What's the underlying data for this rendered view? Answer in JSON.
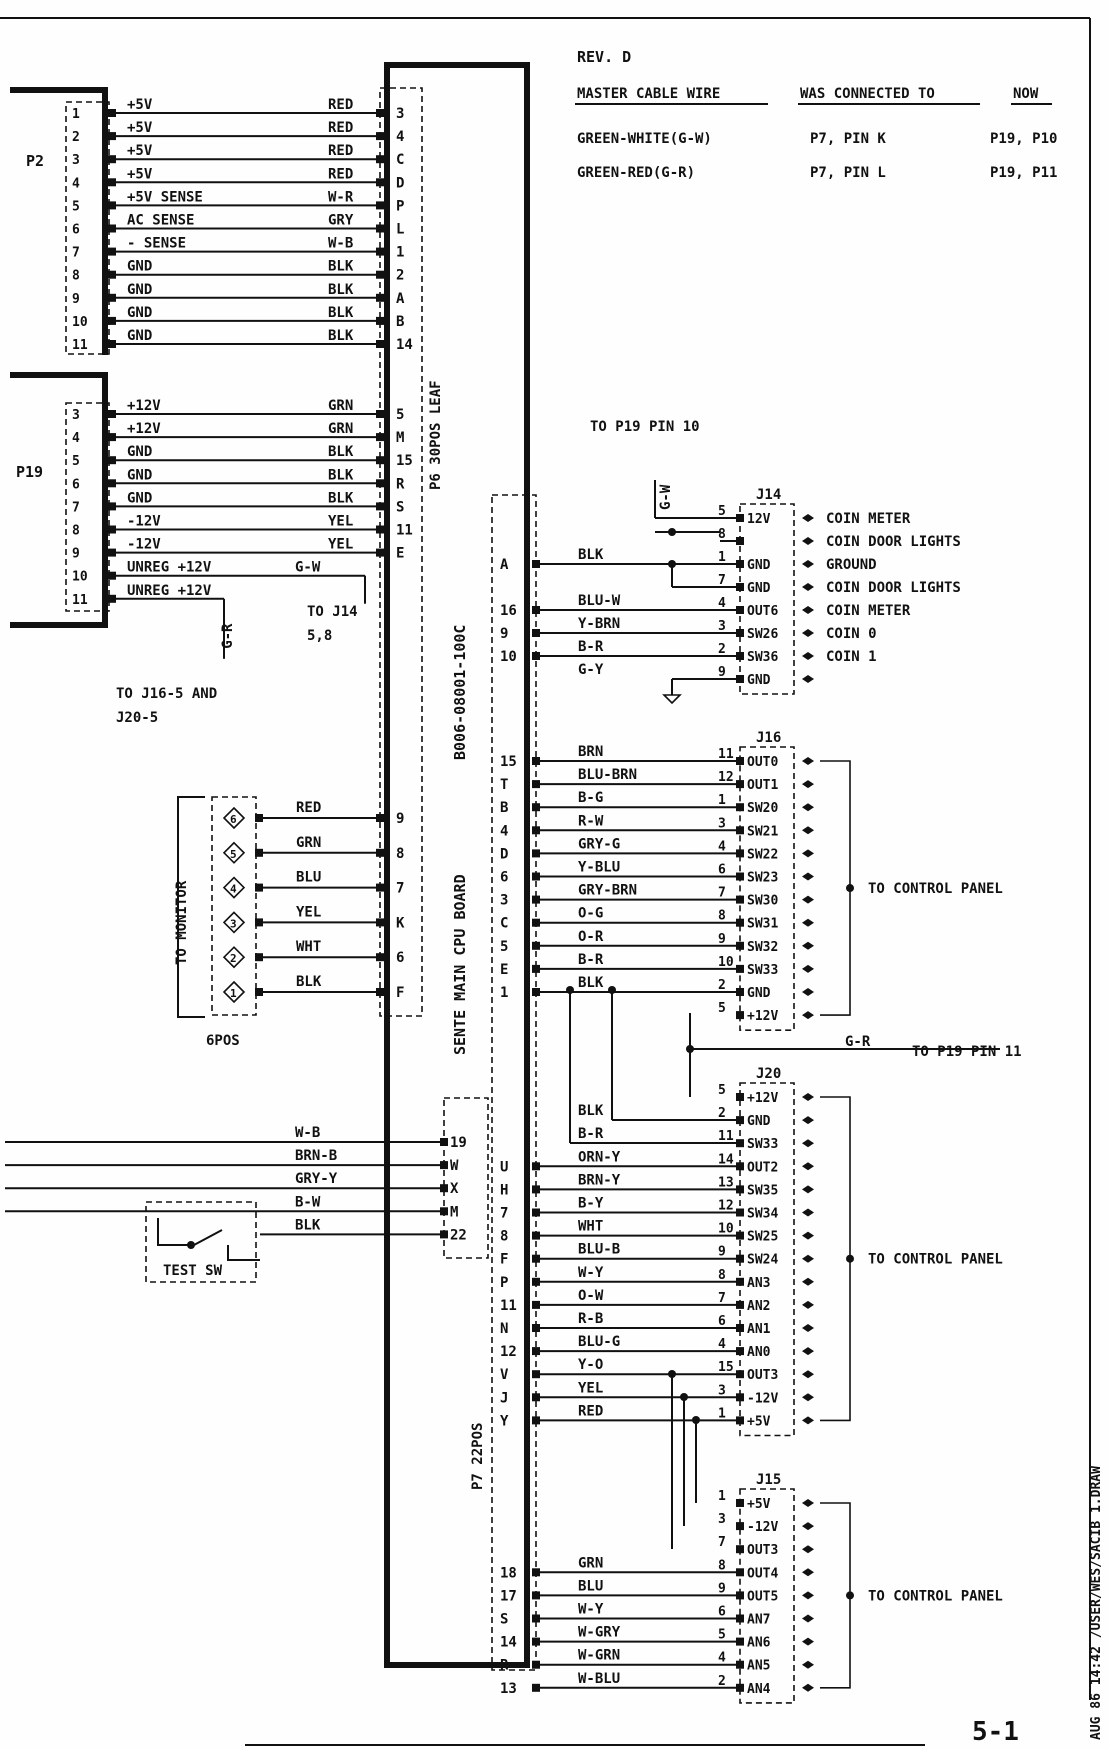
{
  "board": {
    "name": "SENTE MAIN CPU BOARD",
    "part": "B006-08001-100C"
  },
  "p6": {
    "label": "P6 30POS LEAF"
  },
  "p7": {
    "label": "P7 22POS"
  },
  "p2": {
    "label": "P2",
    "pins": [
      "1",
      "2",
      "3",
      "4",
      "5",
      "6",
      "7",
      "8",
      "9",
      "10",
      "11"
    ]
  },
  "p19": {
    "label": "P19",
    "pins": [
      "3",
      "4",
      "5",
      "6",
      "7",
      "8",
      "9",
      "10",
      "11"
    ]
  },
  "rev": {
    "title": "REV. D",
    "headers": [
      "MASTER CABLE WIRE",
      "WAS CONNECTED TO",
      "NOW"
    ],
    "rows": [
      {
        "cable": "GREEN-WHITE(G-W)",
        "was": "P7, PIN K",
        "now": "P19, P10"
      },
      {
        "cable": "GREEN-RED(G-R)",
        "was": "P7, PIN L",
        "now": "P19, P11"
      }
    ]
  },
  "p2_wires": [
    {
      "signal": "+5V",
      "color": "RED",
      "pin": "3"
    },
    {
      "signal": "+5V",
      "color": "RED",
      "pin": "4"
    },
    {
      "signal": "+5V",
      "color": "RED",
      "pin": "C"
    },
    {
      "signal": "+5V",
      "color": "RED",
      "pin": "D"
    },
    {
      "signal": "+5V SENSE",
      "color": "W-R",
      "pin": "P"
    },
    {
      "signal": "AC SENSE",
      "color": "GRY",
      "pin": "L"
    },
    {
      "signal": "- SENSE",
      "color": "W-B",
      "pin": "1"
    },
    {
      "signal": "GND",
      "color": "BLK",
      "pin": "2"
    },
    {
      "signal": "GND",
      "color": "BLK",
      "pin": "A"
    },
    {
      "signal": "GND",
      "color": "BLK",
      "pin": "B"
    },
    {
      "signal": "GND",
      "color": "BLK",
      "pin": "14"
    }
  ],
  "p19_wires": [
    {
      "signal": "+12V",
      "color": "GRN",
      "pin": "5"
    },
    {
      "signal": "+12V",
      "color": "GRN",
      "pin": "M"
    },
    {
      "signal": "GND",
      "color": "BLK",
      "pin": "15"
    },
    {
      "signal": "GND",
      "color": "BLK",
      "pin": "R"
    },
    {
      "signal": "GND",
      "color": "BLK",
      "pin": "S"
    },
    {
      "signal": "-12V",
      "color": "YEL",
      "pin": "11"
    },
    {
      "signal": "-12V",
      "color": "YEL",
      "pin": "E"
    },
    {
      "signal": "UNREG +12V",
      "color": "G-W",
      "pin": ""
    },
    {
      "signal": "UNREG +12V",
      "color": "G-R",
      "pin": ""
    }
  ],
  "monitor": {
    "pins": [
      "6",
      "5",
      "4",
      "3",
      "2",
      "1"
    ],
    "colors": [
      "RED",
      "GRN",
      "BLU",
      "YEL",
      "WHT",
      "BLK"
    ],
    "p6_pins": [
      "9",
      "8",
      "7",
      "K",
      "6",
      "F"
    ]
  },
  "p7_aux": [
    {
      "color": "W-B",
      "pin": "19"
    },
    {
      "color": "BRN-B",
      "pin": "W"
    },
    {
      "color": "GRY-Y",
      "pin": "X"
    },
    {
      "color": "B-W",
      "pin": "M"
    },
    {
      "color": "BLK",
      "pin": "22"
    }
  ],
  "j14": {
    "label": "J14",
    "rows": [
      {
        "p7": "",
        "color": "",
        "jpin": "5",
        "sig": "12V",
        "dest": "COIN METER"
      },
      {
        "p7": "",
        "color": "",
        "jpin": "8",
        "sig": "",
        "dest": "COIN DOOR LIGHTS"
      },
      {
        "p7": "A",
        "color": "BLK",
        "jpin": "1",
        "sig": "GND",
        "dest": "GROUND"
      },
      {
        "p7": "",
        "color": "",
        "jpin": "7",
        "sig": "GND",
        "dest": "COIN DOOR LIGHTS"
      },
      {
        "p7": "16",
        "color": "BLU-W",
        "jpin": "4",
        "sig": "OUT6",
        "dest": "COIN METER"
      },
      {
        "p7": "9",
        "color": "Y-BRN",
        "jpin": "3",
        "sig": "SW26",
        "dest": "COIN 0"
      },
      {
        "p7": "10",
        "color": "B-R",
        "jpin": "2",
        "sig": "SW36",
        "dest": "COIN 1"
      },
      {
        "p7": "",
        "color": "G-Y",
        "jpin": "9",
        "sig": "GND",
        "dest": ""
      }
    ],
    "gw": "G-W"
  },
  "j16": {
    "label": "J16",
    "dest": "TO CONTROL PANEL",
    "rows": [
      {
        "p7": "15",
        "color": "BRN",
        "jpin": "11",
        "sig": "OUT0"
      },
      {
        "p7": "T",
        "color": "BLU-BRN",
        "jpin": "12",
        "sig": "OUT1"
      },
      {
        "p7": "B",
        "color": "B-G",
        "jpin": "1",
        "sig": "SW20"
      },
      {
        "p7": "4",
        "color": "R-W",
        "jpin": "3",
        "sig": "SW21"
      },
      {
        "p7": "D",
        "color": "GRY-G",
        "jpin": "4",
        "sig": "SW22"
      },
      {
        "p7": "6",
        "color": "Y-BLU",
        "jpin": "6",
        "sig": "SW23"
      },
      {
        "p7": "3",
        "color": "GRY-BRN",
        "jpin": "7",
        "sig": "SW30"
      },
      {
        "p7": "C",
        "color": "O-G",
        "jpin": "8",
        "sig": "SW31"
      },
      {
        "p7": "5",
        "color": "O-R",
        "jpin": "9",
        "sig": "SW32"
      },
      {
        "p7": "E",
        "color": "B-R",
        "jpin": "10",
        "sig": "SW33"
      },
      {
        "p7": "1",
        "color": "BLK",
        "jpin": "2",
        "sig": "GND"
      },
      {
        "p7": "",
        "color": "",
        "jpin": "5",
        "sig": "+12V"
      }
    ]
  },
  "j20": {
    "label": "J20",
    "dest": "TO CONTROL PANEL",
    "rows": [
      {
        "p7": "",
        "color": "",
        "jpin": "5",
        "sig": "+12V"
      },
      {
        "p7": "",
        "color": "BLK",
        "jpin": "2",
        "sig": "GND"
      },
      {
        "p7": "",
        "color": "B-R",
        "jpin": "11",
        "sig": "SW33"
      },
      {
        "p7": "U",
        "color": "ORN-Y",
        "jpin": "14",
        "sig": "OUT2"
      },
      {
        "p7": "H",
        "color": "BRN-Y",
        "jpin": "13",
        "sig": "SW35"
      },
      {
        "p7": "7",
        "color": "B-Y",
        "jpin": "12",
        "sig": "SW34"
      },
      {
        "p7": "8",
        "color": "WHT",
        "jpin": "10",
        "sig": "SW25"
      },
      {
        "p7": "F",
        "color": "BLU-B",
        "jpin": "9",
        "sig": "SW24"
      },
      {
        "p7": "P",
        "color": "W-Y",
        "jpin": "8",
        "sig": "AN3"
      },
      {
        "p7": "11",
        "color": "O-W",
        "jpin": "7",
        "sig": "AN2"
      },
      {
        "p7": "N",
        "color": "R-B",
        "jpin": "6",
        "sig": "AN1"
      },
      {
        "p7": "12",
        "color": "BLU-G",
        "jpin": "4",
        "sig": "AN0"
      },
      {
        "p7": "V",
        "color": "Y-O",
        "jpin": "15",
        "sig": "OUT3"
      },
      {
        "p7": "J",
        "color": "YEL",
        "jpin": "3",
        "sig": "-12V"
      },
      {
        "p7": "Y",
        "color": "RED",
        "jpin": "1",
        "sig": "+5V"
      }
    ]
  },
  "j15": {
    "label": "J15",
    "dest": "TO CONTROL PANEL",
    "rows": [
      {
        "p7": "",
        "color": "",
        "jpin": "1",
        "sig": "+5V"
      },
      {
        "p7": "",
        "color": "",
        "jpin": "3",
        "sig": "-12V"
      },
      {
        "p7": "",
        "color": "",
        "jpin": "7",
        "sig": "OUT3"
      },
      {
        "p7": "18",
        "color": "GRN",
        "jpin": "8",
        "sig": "OUT4"
      },
      {
        "p7": "17",
        "color": "BLU",
        "jpin": "9",
        "sig": "OUT5"
      },
      {
        "p7": "S",
        "color": "W-Y",
        "jpin": "6",
        "sig": "AN7"
      },
      {
        "p7": "14",
        "color": "W-GRY",
        "jpin": "5",
        "sig": "AN6"
      },
      {
        "p7": "R",
        "color": "W-GRN",
        "jpin": "4",
        "sig": "AN5"
      },
      {
        "p7": "13",
        "color": "W-BLU",
        "jpin": "2",
        "sig": "AN4"
      }
    ]
  },
  "notes": {
    "to_p19_pin10": "TO P19 PIN 10",
    "to_j14": "TO J14",
    "to_j14_pins": "5,8",
    "to_j16_j20": "TO J16-5 AND",
    "to_j20": "J20-5",
    "gr_label": "G-R",
    "to_p19_pin11": "TO P19 PIN 11",
    "to_monitor": "TO MONITOR",
    "six_pos": "6POS",
    "test_sw": "TEST SW"
  },
  "page": {
    "number": "5-1",
    "stamp": "AUG 86 14:42 /USER/WES/SACIB 1.DRAW"
  }
}
